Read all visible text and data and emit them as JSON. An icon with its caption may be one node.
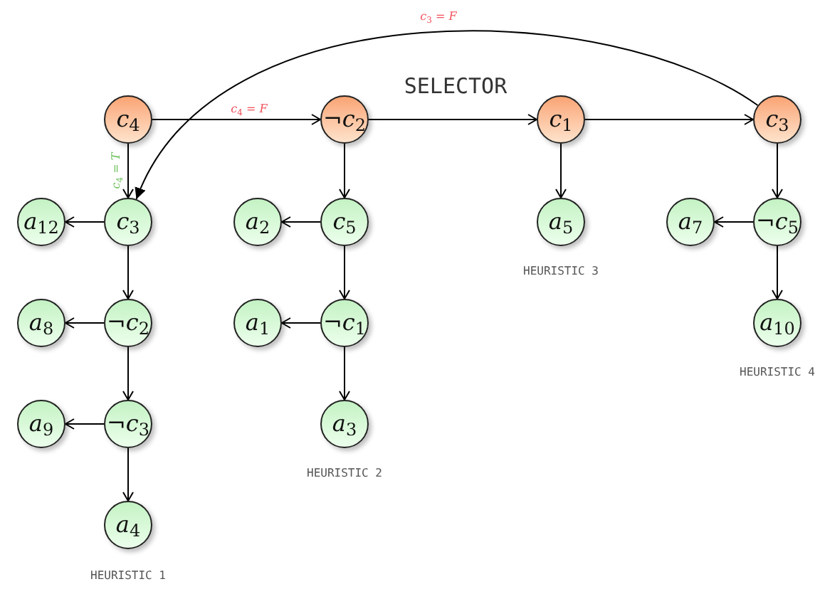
{
  "diagram": {
    "nodes": [
      {
        "text": [
          "*c*$_{4}$"
        ]
      },
      {
        "text": [
          "¬*c*$_{2}$"
        ]
      },
      {
        "text": [
          "*c*$_{1}$"
        ]
      },
      {
        "text": [
          "*c*$_{3}$"
        ]
      },
      {
        "text": [
          "*a*$_{12}$"
        ]
      },
      {
        "text": [
          "*c*$_{3}$"
        ]
      },
      {
        "text": [
          "*a*$_{8}$"
        ]
      },
      {
        "text": [
          "¬*c*$_{2}$"
        ]
      },
      {
        "text": [
          "*a*$_{9}$"
        ]
      },
      {
        "text": [
          "¬*c*$_{3}$"
        ]
      },
      {
        "text": [
          "*a*$_{4}$"
        ]
      },
      {
        "text": [
          "*a*$_{2}$"
        ]
      },
      {
        "text": [
          "*c*$_{5}$"
        ]
      },
      {
        "text": [
          "*a*$_{1}$"
        ]
      },
      {
        "text": [
          "¬*c*$_{1}$"
        ]
      },
      {
        "text": [
          "*a*$_{3}$"
        ]
      },
      {
        "text": [
          "*a*$_{5}$"
        ]
      },
      {
        "text": [
          "*a*$_{7}$"
        ]
      },
      {
        "text": [
          "¬*c*$_{5}$"
        ]
      },
      {
        "text": [
          "*a*$_{10}$"
        ]
      }
    ],
    "edges": [
      {
        "from": 0,
        "to": 5,
        "arrow": "to",
        "label": "*c*$_{4}$ = *T*"
      },
      {
        "from": 0,
        "to": 1,
        "arrow": "to",
        "label": "*c*$_{4}$ = *F*"
      },
      {
        "from": 1,
        "to": 2,
        "arrow": "to"
      },
      {
        "from": 2,
        "to": 3,
        "arrow": "to"
      },
      {
        "from": 3,
        "to": 5,
        "arrow": "to",
        "label": "*c*$_{3}$ = *F*"
      },
      {
        "from": 5,
        "to": 4,
        "arrow": "to"
      },
      {
        "from": 5,
        "to": 7,
        "arrow": "to"
      },
      {
        "from": 7,
        "to": 6,
        "arrow": "to"
      },
      {
        "from": 7,
        "to": 9,
        "arrow": "to"
      },
      {
        "from": 9,
        "to": 8,
        "arrow": "to"
      },
      {
        "from": 9,
        "to": 10,
        "arrow": "to"
      },
      {
        "from": 1,
        "to": 12,
        "arrow": "to"
      },
      {
        "from": 12,
        "to": 11,
        "arrow": "to"
      },
      {
        "from": 12,
        "to": 14,
        "arrow": "to"
      },
      {
        "from": 14,
        "to": 13,
        "arrow": "to"
      },
      {
        "from": 14,
        "to": 15,
        "arrow": "to"
      },
      {
        "from": 2,
        "to": 16,
        "arrow": "to"
      },
      {
        "from": 3,
        "to": 18,
        "arrow": "to"
      },
      {
        "from": 18,
        "to": 17,
        "arrow": "to"
      },
      {
        "from": 18,
        "to": 19,
        "arrow": "to"
      }
    ],
    "labels": [
      "SELECTOR",
      "HEURISTIC 1",
      "HEURISTIC 2",
      "HEURISTIC 3",
      "HEURISTIC 4"
    ]
  }
}
